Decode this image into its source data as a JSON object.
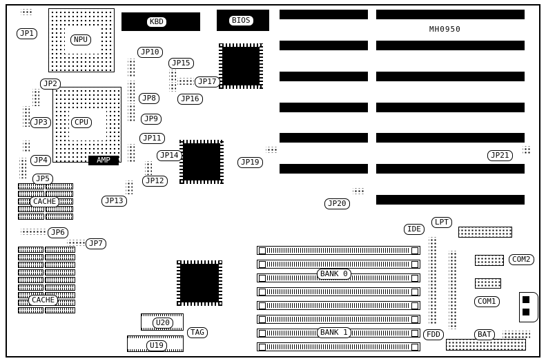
{
  "board": {
    "model": "MH0950",
    "callouts": {
      "jp1": "JP1",
      "jp2": "JP2",
      "jp3": "JP3",
      "jp4": "JP4",
      "jp5": "JP5",
      "jp6": "JP6",
      "jp7": "JP7",
      "jp8": "JP8",
      "jp9": "JP9",
      "jp10": "JP10",
      "jp11": "JP11",
      "jp12": "JP12",
      "jp13": "JP13",
      "jp14": "JP14",
      "jp15": "JP15",
      "jp16": "JP16",
      "jp17": "JP17",
      "jp19": "JP19",
      "jp20": "JP20",
      "jp21": "JP21",
      "npu": "NPU",
      "cpu": "CPU",
      "amp": "AMP",
      "kbd": "KBD",
      "bios": "BIOS",
      "cache_upper": "CACHE",
      "cache_lower": "CACHE",
      "bank0": "BANK 0",
      "bank1": "BANK 1",
      "ide": "IDE",
      "lpt": "LPT",
      "fdd": "FDD",
      "com1": "COM1",
      "com2": "COM2",
      "bat": "BAT",
      "tag": "TAG",
      "u19": "U19",
      "u20": "U20"
    },
    "colors": {
      "ink": "#000000",
      "paper": "#ffffff"
    }
  }
}
